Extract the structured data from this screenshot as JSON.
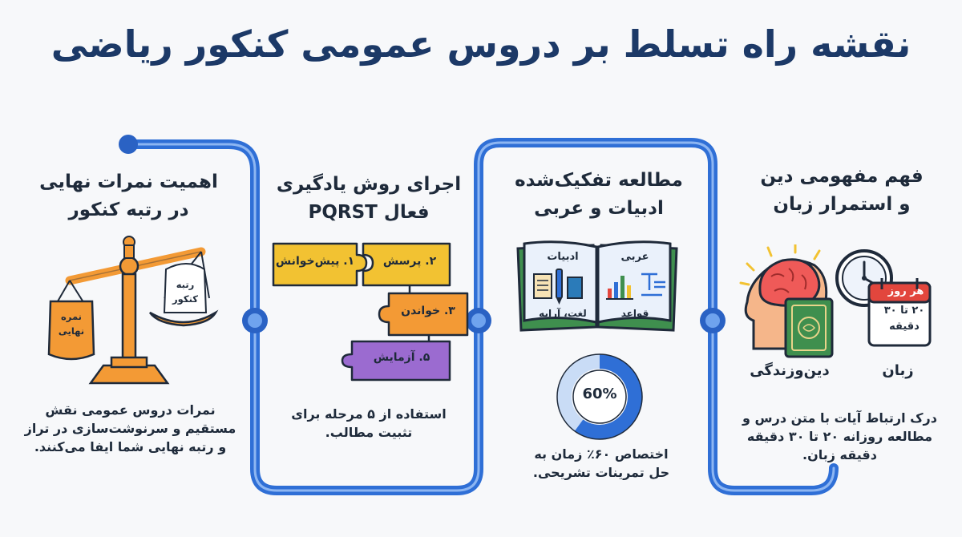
{
  "title": "نقشه راه تسلط بر دروس عمومی کنکور ریاضی",
  "colors": {
    "path": "#2f6fd6",
    "title": "#1c3967",
    "orange": "#f39a35",
    "yellow": "#f2c232",
    "purple": "#9b6bd0",
    "green": "#3f8f4e",
    "red": "#e2463d"
  },
  "steps": [
    {
      "title_lines": [
        "فهم مفهومی دین",
        "و استمرار زبان"
      ],
      "icons": [
        "brain-head-icon",
        "quran-book-icon",
        "clock-icon",
        "calendar-icon"
      ],
      "labels": {
        "deen": "دین‌وزندگی",
        "zaban": "زبان",
        "calendar_top": "هر روز",
        "calendar_line1": "۲۰ تا ۳۰",
        "calendar_line2": "دقیقه"
      },
      "desc_lines": [
        "درک ارتباط آیات با متن درس و",
        "مطالعه روزانه ۲۰ تا ۳۰ دقیقه",
        "دقیقه زبان."
      ]
    },
    {
      "title_lines": [
        "مطالعه تفکیک‌شده",
        "ادبیات و عربی"
      ],
      "icons": [
        "open-book-icon",
        "scroll-icon",
        "pen-icon",
        "bar-chart-icon",
        "text-icon"
      ],
      "book": {
        "right_page_title": "عربی",
        "left_page_title": "ادبیات",
        "right_page_bottom": "قواعد",
        "left_page_bottom": "لغت، آرایه"
      },
      "donut": {
        "label": "60%",
        "value": 60
      },
      "desc_lines": [
        "اختصاص ۶۰٪ زمان به",
        "حل تمرینات تشریحی."
      ]
    },
    {
      "title_lines": [
        "اجرای روش یادگیری",
        "فعال PQRST"
      ],
      "puzzle": [
        "۱. پیش‌خوانش",
        "۲. پرسش",
        "۳. خواندن",
        "۵. آزمایش"
      ],
      "desc_lines": [
        "استفاده از ۵ مرحله برای",
        "تثبیت مطالب."
      ]
    },
    {
      "title_lines": [
        "اهمیت نمرات نهایی",
        "در رتبه کنکور"
      ],
      "icons": [
        "balance-scale-icon"
      ],
      "scale": {
        "left_pan": [
          "نمره",
          "نهایی"
        ],
        "right_pan": [
          "رتبه",
          "کنکور"
        ]
      },
      "desc_lines": [
        "نمرات دروس عمومی نقش",
        "مستقیم و سرنوشت‌سازی در تراز",
        "و رتبه نهایی شما ایفا می‌کنند."
      ]
    }
  ]
}
